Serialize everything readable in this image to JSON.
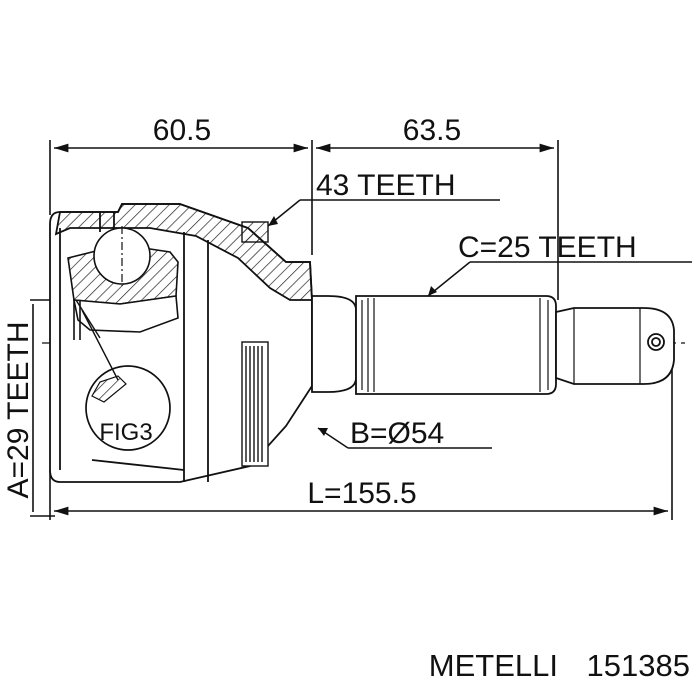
{
  "diagram": {
    "dimensions": {
      "left_width": "60.5",
      "right_width": "63.5",
      "total_length": "L=155.5"
    },
    "labels": {
      "teeth_outer": "43 TEETH",
      "spline_shaft": "C=25 TEETH",
      "bearing_diameter": "B=Ø54",
      "inner_spline": "A=29 TEETH",
      "figure_ref": "FIG3"
    }
  },
  "footer": {
    "brand": "METELLI",
    "part_number": "151385"
  }
}
